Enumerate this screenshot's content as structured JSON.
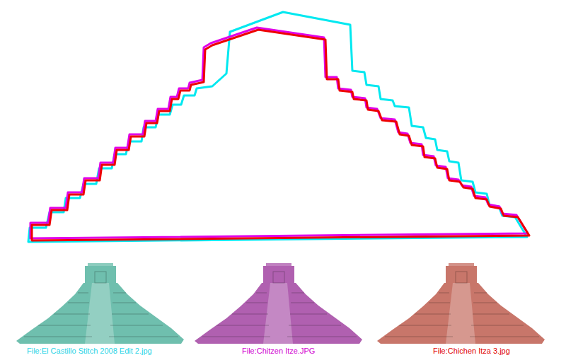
{
  "diagram": {
    "labels": [
      "File:El Castillo Stitch 2008 Edit 2.jpg",
      "File:Chitzen Itze.JPG",
      "File:Chichen Itza 3.jpg"
    ]
  }
}
